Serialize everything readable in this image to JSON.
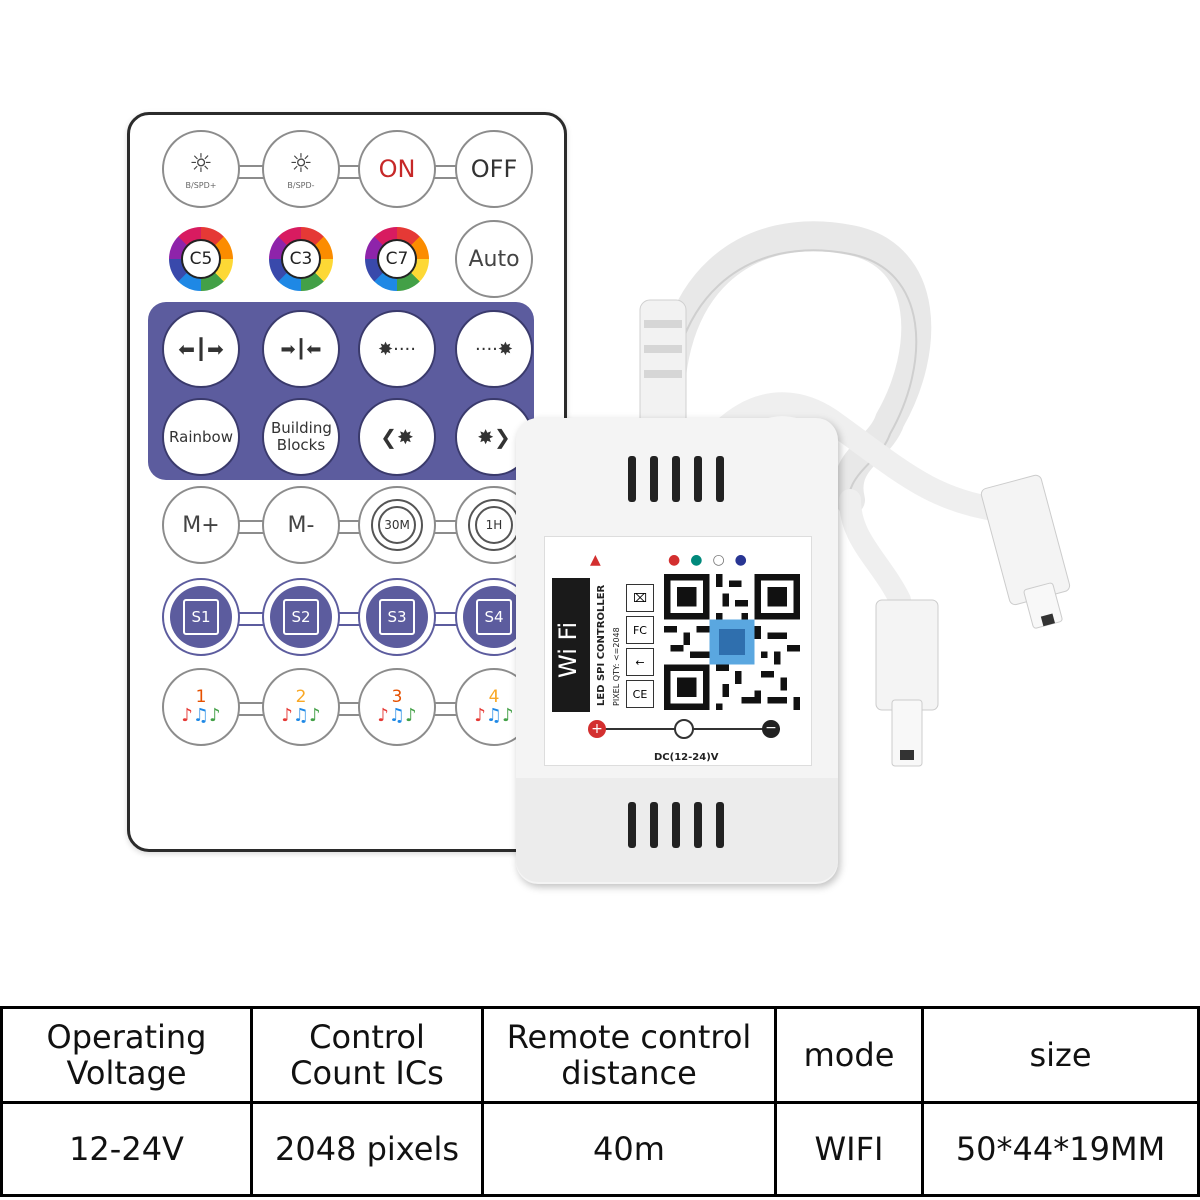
{
  "remote": {
    "row1": [
      {
        "label": "B/SPD+"
      },
      {
        "label": "B/SPD-"
      },
      {
        "label": "ON"
      },
      {
        "label": "OFF"
      }
    ],
    "row2": [
      {
        "label": "C5"
      },
      {
        "label": "C3"
      },
      {
        "label": "C7"
      },
      {
        "label": "Auto"
      }
    ],
    "row4": [
      {
        "label": "Rainbow"
      },
      {
        "label": "Building Blocks"
      }
    ],
    "row5": [
      {
        "label": "M+"
      },
      {
        "label": "M-"
      },
      {
        "label": "30M"
      },
      {
        "label": "1H"
      }
    ],
    "row6": [
      {
        "label": "S1"
      },
      {
        "label": "S2"
      },
      {
        "label": "S3"
      },
      {
        "label": "S4"
      }
    ],
    "row7": [
      {
        "label": "1"
      },
      {
        "label": "2"
      },
      {
        "label": "3"
      },
      {
        "label": "4"
      }
    ]
  },
  "controller": {
    "wifi_text": "Wi Fi",
    "product_text": "LED SPI CONTROLLER",
    "pixel_text": "PIXEL QTY: <=2048",
    "voltage_text": "DC(12-24)V"
  },
  "colors": {
    "panel": "#5c5c9e",
    "on_red": "#c62828"
  },
  "table": {
    "headers": [
      "Operating Voltage",
      "Control Count ICs",
      "Remote control distance",
      "mode",
      "size"
    ],
    "values": [
      "12-24V",
      "2048 pixels",
      "40m",
      "WIFI",
      "50*44*19MM"
    ]
  }
}
